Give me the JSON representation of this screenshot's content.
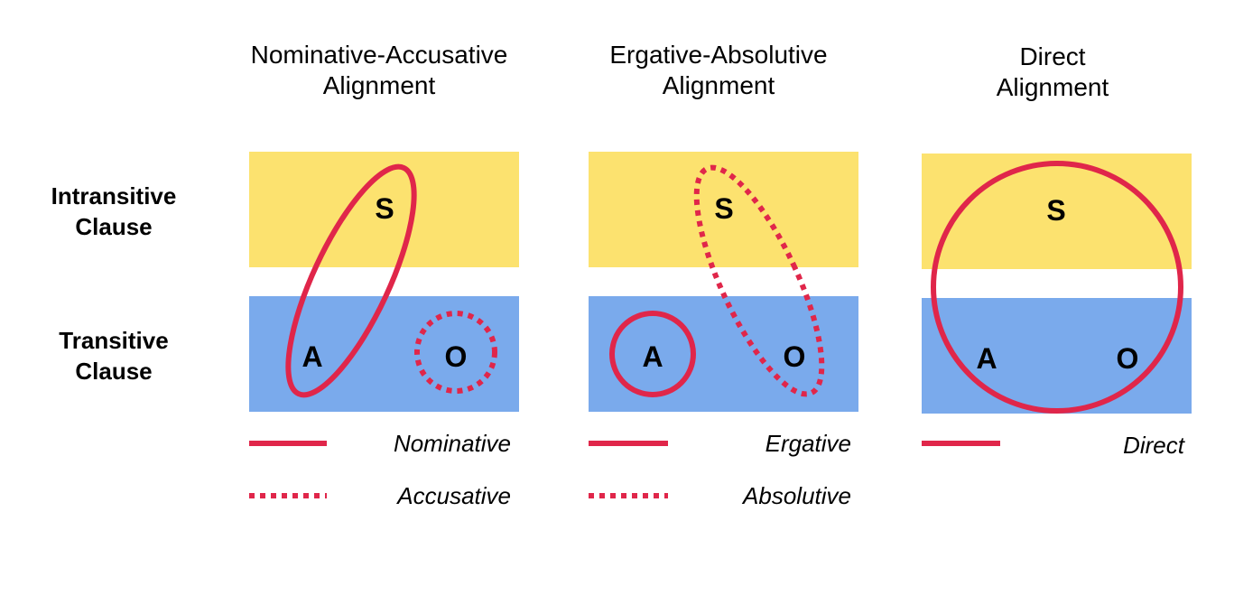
{
  "colors": {
    "intransitive_band": "#fce26f",
    "transitive_band": "#7aaaec",
    "case_mark": "#e0264a"
  },
  "row_labels": {
    "intransitive": [
      "Intransitive",
      "Clause"
    ],
    "transitive": [
      "Transitive",
      "Clause"
    ]
  },
  "roles": {
    "s": "S",
    "a": "A",
    "o": "O"
  },
  "panels": [
    {
      "title": [
        "Nominative-Accusative",
        "Alignment"
      ],
      "legend": [
        {
          "style": "solid",
          "label": "Nominative"
        },
        {
          "style": "dotted",
          "label": "Accusative"
        }
      ]
    },
    {
      "title": [
        "Ergative-Absolutive",
        "Alignment"
      ],
      "legend": [
        {
          "style": "solid",
          "label": "Ergative"
        },
        {
          "style": "dotted",
          "label": "Absolutive"
        }
      ]
    },
    {
      "title": [
        "Direct",
        "Alignment"
      ],
      "legend": [
        {
          "style": "solid",
          "label": "Direct"
        }
      ]
    }
  ]
}
